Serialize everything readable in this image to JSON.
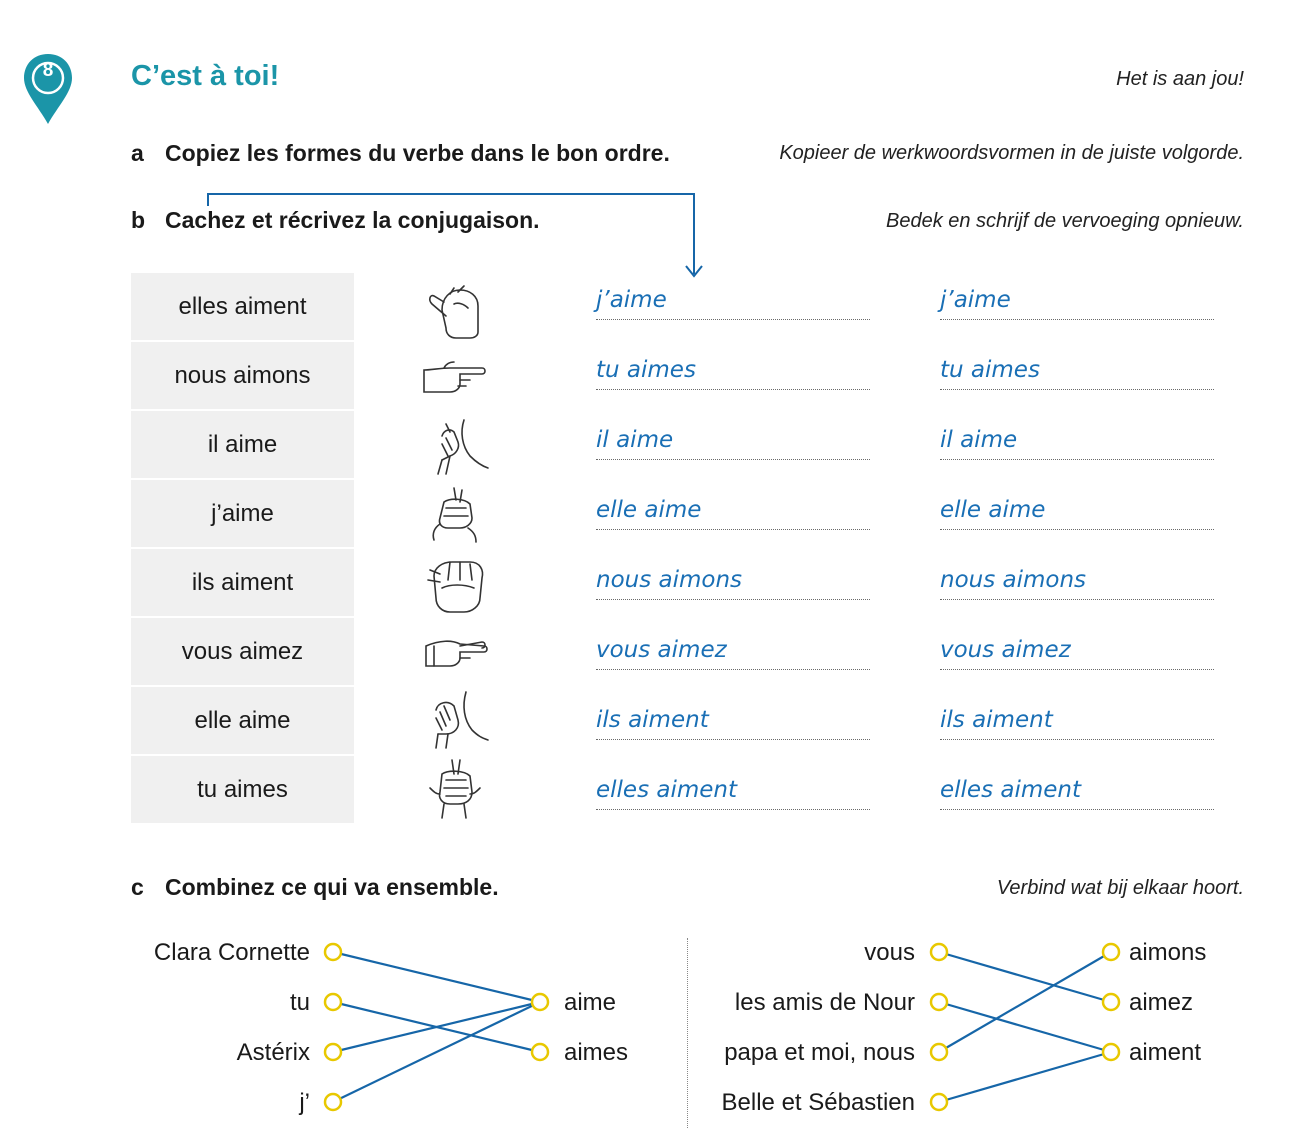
{
  "exercise": {
    "number": "8",
    "title": "C’est à toi!",
    "title_translation": "Het is aan jou!"
  },
  "steps": [
    {
      "letter": "a",
      "text": "Copiez les formes du verbe dans le bon ordre.",
      "translation": "Kopieer de werkwoordsvormen in de juiste volgorde."
    },
    {
      "letter": "b",
      "text": "Cachez et récrivez la conjugaison.",
      "translation": "Bedek en schrijf de vervoeging opnieuw."
    },
    {
      "letter": "c",
      "text": "Combinez ce qui va ensemble.",
      "translation": "Verbind wat bij elkaar hoort."
    }
  ],
  "verb_forms": [
    "elles aiment",
    "nous aimons",
    "il aime",
    "j’aime",
    "ils aiment",
    "vous aimez",
    "elle aime",
    "tu aimes"
  ],
  "hand_icons": [
    "thumb-self-icon",
    "point-forward-icon",
    "hand-side-icon",
    "hand-chest-icon",
    "hands-together-icon",
    "point-group-icon",
    "hands-side-group-icon",
    "hands-group-icon"
  ],
  "answers_copy": [
    "j’aime",
    "tu aimes",
    "il aime",
    "elle aime",
    "nous aimons",
    "vous aimez",
    "ils aiment",
    "elles aiment"
  ],
  "answers_rewrite": [
    "j’aime",
    "tu aimes",
    "il aime",
    "elle aime",
    "nous aimons",
    "vous aimez",
    "ils aiment",
    "elles aiment"
  ],
  "match_left": {
    "subjects": [
      "Clara Cornette",
      "tu",
      "Astérix",
      "j’"
    ],
    "verbs": [
      "aime",
      "aimes"
    ],
    "links": [
      [
        0,
        0
      ],
      [
        1,
        1
      ],
      [
        2,
        0
      ],
      [
        3,
        0
      ]
    ]
  },
  "match_right": {
    "subjects": [
      "vous",
      "les amis de Nour",
      "papa et moi, nous",
      "Belle et Sébastien"
    ],
    "verbs": [
      "aimons",
      "aimez",
      "aiment"
    ],
    "links": [
      [
        0,
        1
      ],
      [
        1,
        2
      ],
      [
        2,
        0
      ],
      [
        3,
        2
      ]
    ]
  },
  "colors": {
    "teal": "#1b95a8",
    "answer_blue": "#1a6fb5",
    "line_blue": "#1666a8",
    "circle_yellow": "#e8c800",
    "cell_gray": "#f0f0f0"
  }
}
